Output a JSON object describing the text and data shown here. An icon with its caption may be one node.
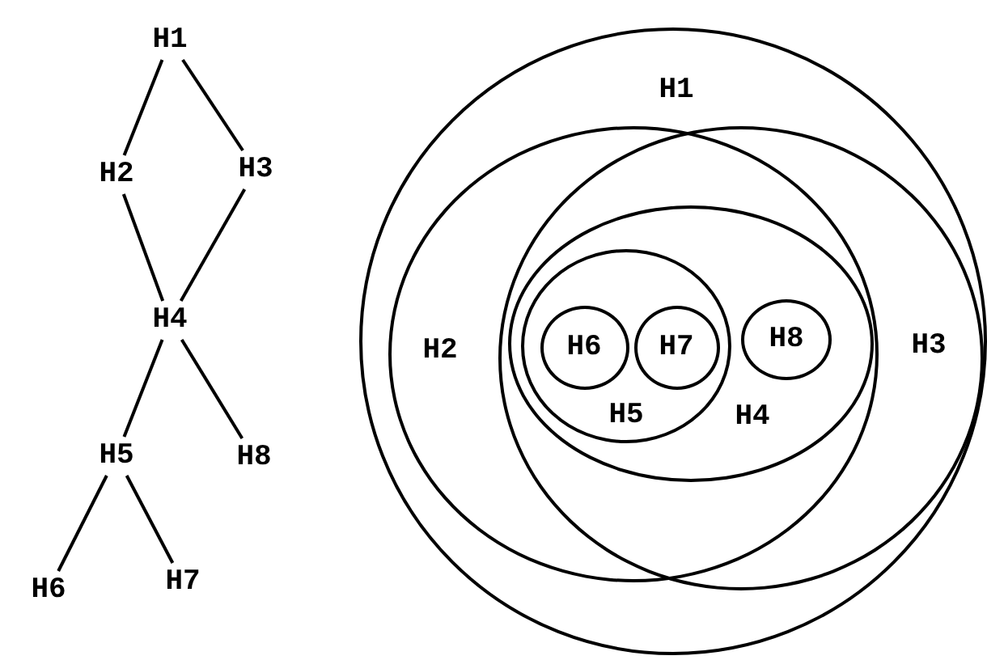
{
  "diagram": {
    "nodes": [
      {
        "text": [
          "H1"
        ]
      },
      {
        "text": [
          "H2"
        ]
      },
      {
        "text": [
          "H3"
        ]
      },
      {
        "text": [
          "H4"
        ]
      },
      {
        "text": [
          "H5"
        ]
      },
      {
        "text": [
          "H8"
        ]
      },
      {
        "text": [
          "H6"
        ]
      },
      {
        "text": [
          "H7"
        ]
      },
      {
        "text": [
          "H1"
        ]
      },
      {
        "text": [
          "H2"
        ],
        "in": 8
      },
      {
        "text": [
          "H3"
        ],
        "in": 8
      },
      {
        "text": [
          "H4"
        ]
      },
      {
        "text": [
          "H5"
        ],
        "in": 11
      },
      {
        "text": [
          "H6"
        ],
        "in": 12
      },
      {
        "text": [
          "H7"
        ],
        "in": 12
      },
      {
        "text": [
          "H8"
        ],
        "in": 11
      }
    ],
    "edges": [
      {
        "from": 0,
        "to": 1,
        "arrow": "none"
      },
      {
        "from": 0,
        "to": 2,
        "arrow": "none"
      },
      {
        "from": 1,
        "to": 3,
        "arrow": "none"
      },
      {
        "from": 2,
        "to": 3,
        "arrow": "none"
      },
      {
        "from": 3,
        "to": 4,
        "arrow": "none"
      },
      {
        "from": 3,
        "to": 5,
        "arrow": "none"
      },
      {
        "from": 4,
        "to": 6,
        "arrow": "none"
      },
      {
        "from": 4,
        "to": 7,
        "arrow": "none"
      }
    ]
  }
}
